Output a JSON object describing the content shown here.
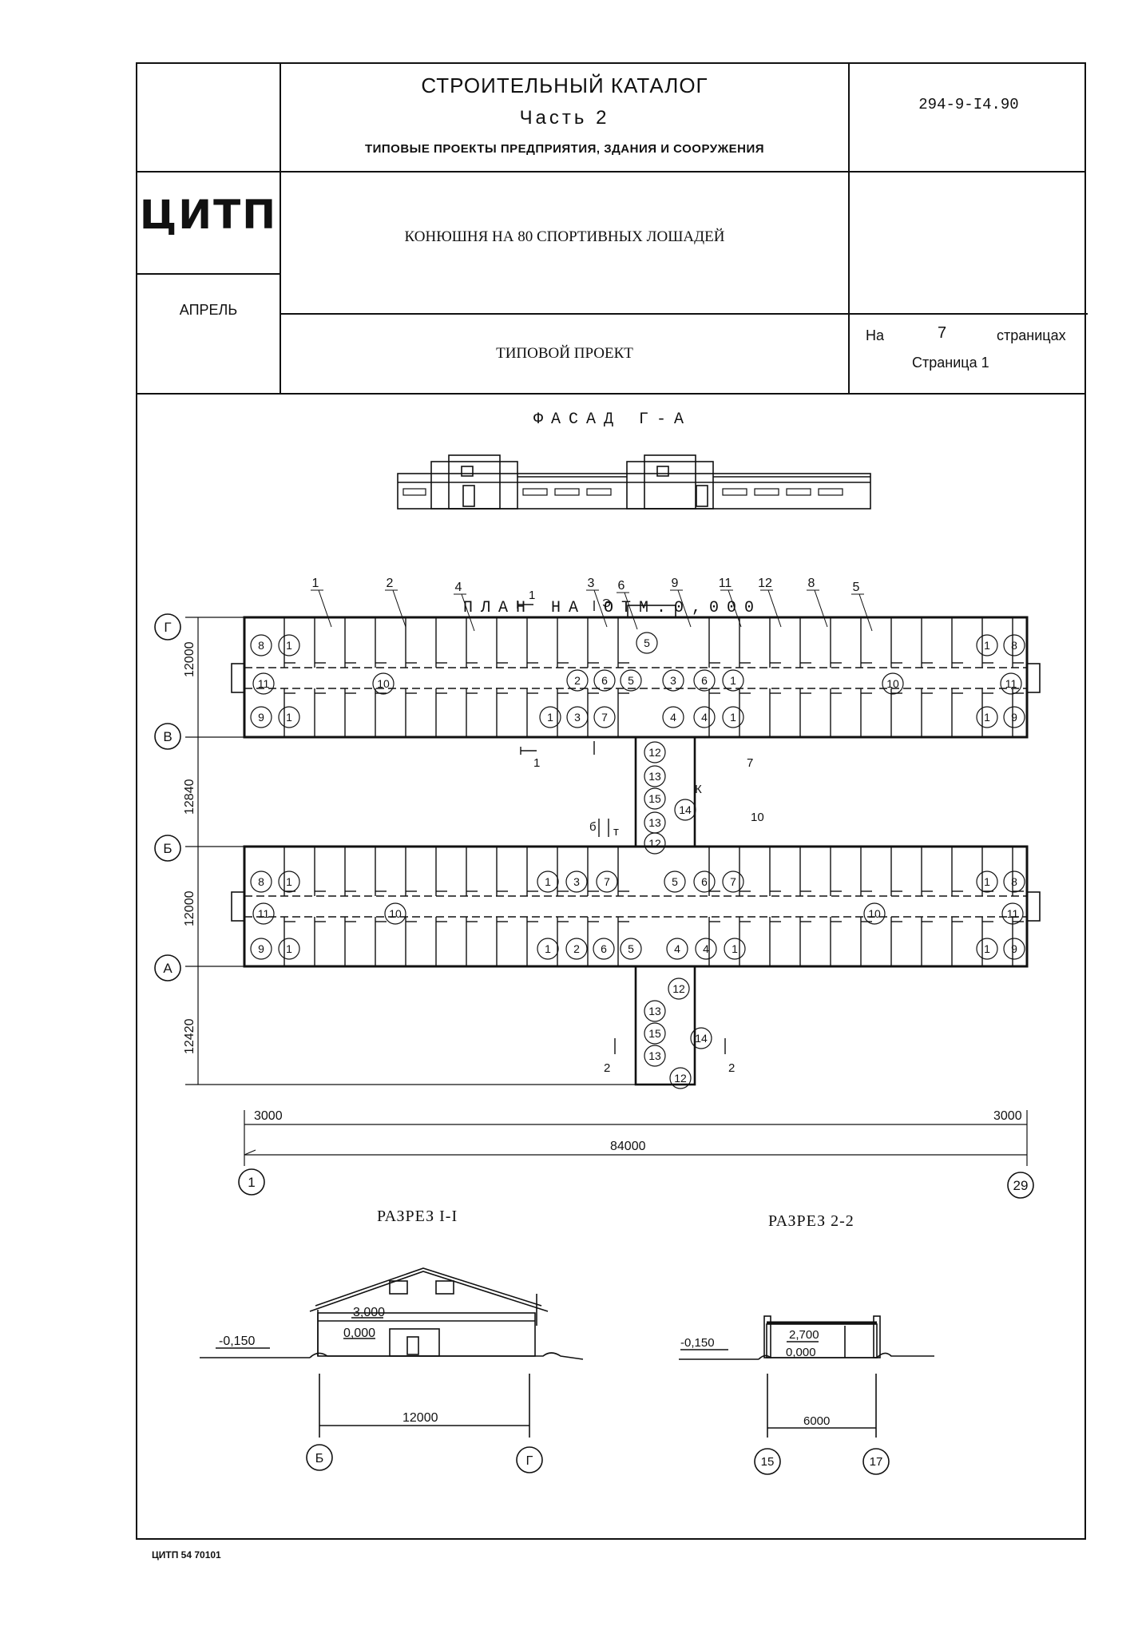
{
  "header": {
    "catalog_title": "СТРОИТЕЛЬНЫЙ КАТАЛОГ",
    "part": "Часть 2",
    "subtitle": "ТИПОВЫЕ ПРОЕКТЫ ПРЕДПРИЯТИЯ, ЗДАНИЯ И СООРУЖЕНИЯ",
    "code": "294-9-I4.90",
    "org": "ЦИТП",
    "month": "АПРЕЛЬ",
    "project_name": "КОНЮШНЯ НА 80 СПОРТИВНЫХ ЛОШАДЕЙ",
    "project_type": "ТИПОВОЙ ПРОЕКТ",
    "pages_prefix": "На",
    "pages_count": "7",
    "pages_suffix": "страницах",
    "page_label": "Страница 1"
  },
  "drawing": {
    "facade_title": "ФАСАД Г-А",
    "plan_title": "ПЛАН НА ОТМ.0,000",
    "axes_left": [
      "Г",
      "В",
      "Б",
      "А"
    ],
    "dims_left": [
      "12000",
      "12840",
      "12000",
      "12420"
    ],
    "axis_start": "1",
    "axis_end": "29",
    "dim_total": "84000",
    "dim_edge_left": "3000",
    "dim_edge_right": "3000",
    "callouts_top": [
      "1",
      "2",
      "4",
      "3",
      "6",
      "9",
      "11",
      "12",
      "8",
      "5"
    ],
    "room_labels_top_left": [
      "8",
      "1",
      "11",
      "10",
      "9",
      "1",
      "2",
      "6",
      "5",
      "1",
      "3",
      "7"
    ],
    "room_labels_top_right": [
      "5",
      "3",
      "6",
      "1",
      "4",
      "4",
      "1",
      "10",
      "1",
      "8",
      "11",
      "1",
      "9"
    ],
    "room_labels_bottom_left": [
      "8",
      "1",
      "11",
      "10",
      "9",
      "1",
      "1",
      "3",
      "7",
      "1",
      "2",
      "6",
      "5"
    ],
    "room_labels_bottom_right": [
      "5",
      "6",
      "7",
      "4",
      "4",
      "1",
      "10",
      "1",
      "8",
      "11",
      "1",
      "9"
    ],
    "corridor_labels_mid": [
      "12",
      "13",
      "15",
      "14",
      "13",
      "12"
    ],
    "corridor_labels_low": [
      "12",
      "13",
      "15",
      "14",
      "13",
      "12"
    ],
    "mid_callouts": [
      "7",
      "10",
      "К"
    ],
    "section_marks": [
      "1",
      "1",
      "2",
      "2",
      "б",
      "т",
      "Э"
    ],
    "section1_title": "РАЗРЕЗ I-I",
    "section2_title": "РАЗРЕЗ 2-2",
    "s1_level_top": "3,000",
    "s1_level_floor": "0,000",
    "s1_level_ground": "-0,150",
    "s1_dim": "12000",
    "s1_axis_left": "Б",
    "s1_axis_right": "Г",
    "s2_level_top": "2,700",
    "s2_level_floor": "0,000",
    "s2_level_ground": "-0,150",
    "s2_dim": "6000",
    "s2_axis_left": "15",
    "s2_axis_right": "17"
  },
  "footer": {
    "text": "ЦИТП 54 70101"
  }
}
